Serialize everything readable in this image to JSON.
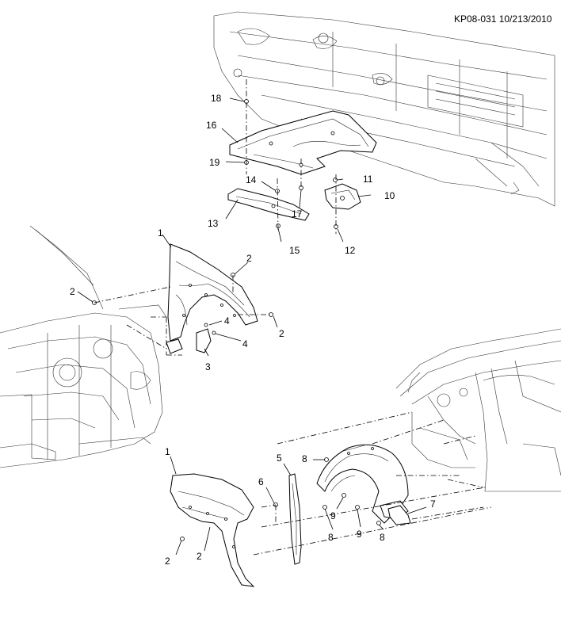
{
  "drawing_ref": "KP08-031 10/213/2010",
  "callouts": {
    "c1_upper": "1",
    "c2_upper_right": "2",
    "c2_upper_left": "2",
    "c2_upper_mid": "2",
    "c3": "3",
    "c4_a": "4",
    "c4_b": "4",
    "c10": "10",
    "c11": "11",
    "c12": "12",
    "c13": "13",
    "c14": "14",
    "c15": "15",
    "c16": "16",
    "c17": "17",
    "c18": "18",
    "c19": "19",
    "c1_lower": "1",
    "c2_lower_a": "2",
    "c2_lower_b": "2",
    "c5": "5",
    "c6": "6",
    "c7": "7",
    "c8_a": "8",
    "c8_b": "8",
    "c8_c": "8",
    "c9_a": "9",
    "c9_b": "9"
  }
}
